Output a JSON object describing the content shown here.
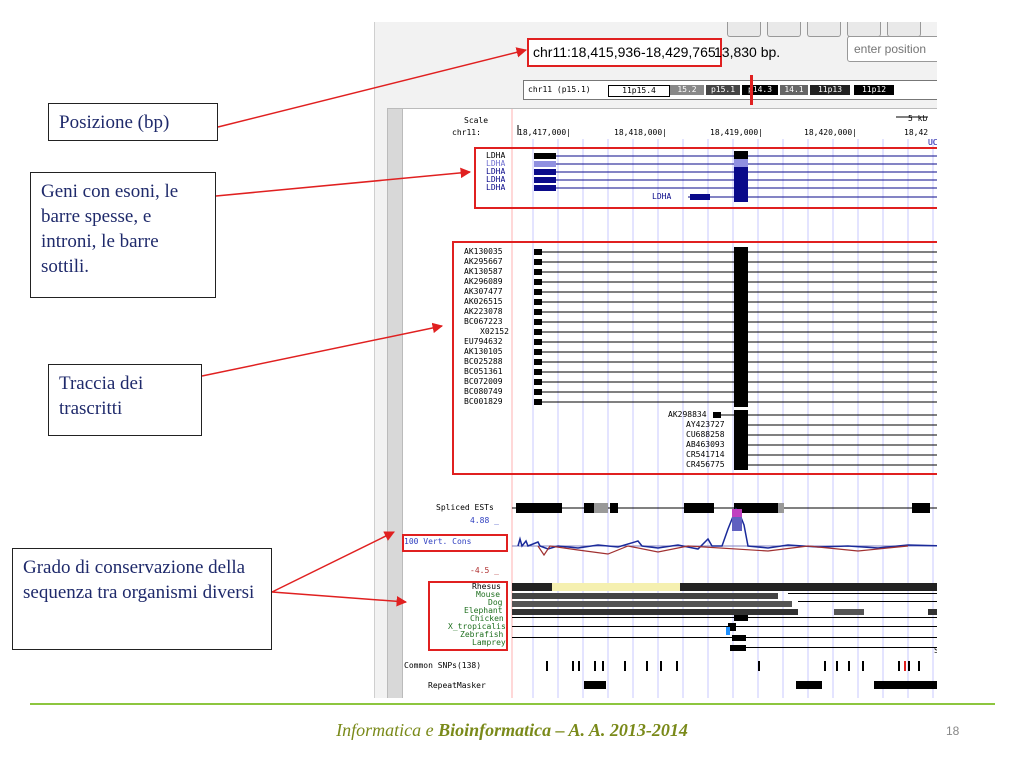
{
  "browser": {
    "position": "chr11:18,415,936-18,429,765",
    "size_text": "13,830 bp.",
    "position_placeholder": "enter position",
    "ideogram": {
      "chrom_label": "chr11 (p15.1)",
      "bands": [
        "11p15.4",
        "15.2",
        "p15.1",
        "p14.3",
        "14.1",
        "11p13",
        "11p12"
      ]
    },
    "scale_label": "Scale",
    "chrom_label": "chr11:",
    "scale_right": "5 kb",
    "ruler_ticks": [
      "18,417,000|",
      "18,418,000|",
      "18,419,000|",
      "18,420,000|",
      "18,42"
    ],
    "ucsc_label": "UCS",
    "gene_labels": [
      "LDHA",
      "LDHA",
      "LDHA",
      "LDHA",
      "LDHA",
      "LDHA"
    ],
    "transcripts": [
      "AK130035",
      "AK295667",
      "AK130587",
      "AK296089",
      "AK307477",
      "AK026515",
      "AK223078",
      "BC067223",
      "X02152",
      "EU794632",
      "AK130105",
      "BC025288",
      "BC051361",
      "BC072009",
      "BC080749",
      "BC001829"
    ],
    "short_transcripts": [
      "AK298834",
      "AY423727",
      "CU688258",
      "AB463093",
      "CR541714",
      "CR456775"
    ],
    "spliced_ests": "Spliced ESTs",
    "cons_top": "4.88 _",
    "cons_label": "100 Vert. Cons",
    "cons_bottom": "-4.5 _",
    "species": [
      "Rhesus",
      "Mouse",
      "Dog",
      "Elephant",
      "Chicken",
      "X_tropicalis",
      "Zebrafish",
      "Lamprey"
    ],
    "snps_label": "Common SNPs(138)",
    "repeat_label": "RepeatMasker",
    "si_label": "Si"
  },
  "callouts": {
    "position": "Posizione (bp)",
    "genes": "Geni con esoni, le barre spesse, e introni, le barre sottili.",
    "transcripts": "Traccia dei trascritti",
    "conservation": "Grado di conservazione della sequenza tra organismi diversi"
  },
  "footer": {
    "part1": "Informatica e ",
    "part2": "Bioinformatica",
    "part3": " – A. A. 2013-2014"
  },
  "page_number": "18",
  "colors": {
    "callout_text": "#1f2a6b",
    "red_highlight": "#e02020",
    "footer_line": "#8dc63f",
    "gene_blue": "#0a0a8a"
  }
}
